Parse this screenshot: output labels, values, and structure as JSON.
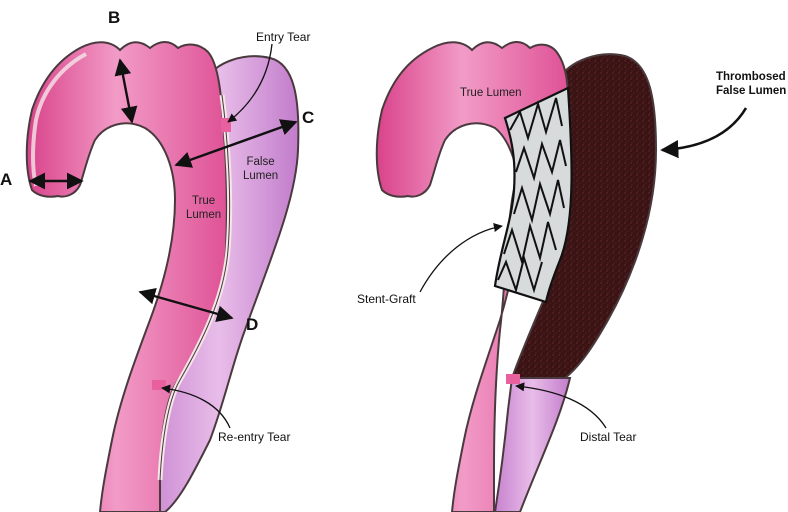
{
  "left_panel": {
    "markers": {
      "a": "A",
      "b": "B",
      "c": "C",
      "d": "D"
    },
    "entry_tear": "Entry Tear",
    "true_lumen": "True\nLumen",
    "false_lumen": "False\nLumen",
    "reentry_tear": "Re-entry Tear"
  },
  "right_panel": {
    "true_lumen": "True Lumen",
    "thrombosed_false_lumen": "Thrombosed\nFalse Lumen",
    "stent_graft": "Stent-Graft",
    "distal_tear": "Distal Tear"
  },
  "colors": {
    "aorta_pink": "#e8609e",
    "aorta_light": "#f3a6cc",
    "false_lumen_lavender": "#d79ad8",
    "outline": "#4a3a3e",
    "wall": "#f5e6e8",
    "thrombus": "#3c1616",
    "stent_fill": "#d7dbdc"
  }
}
